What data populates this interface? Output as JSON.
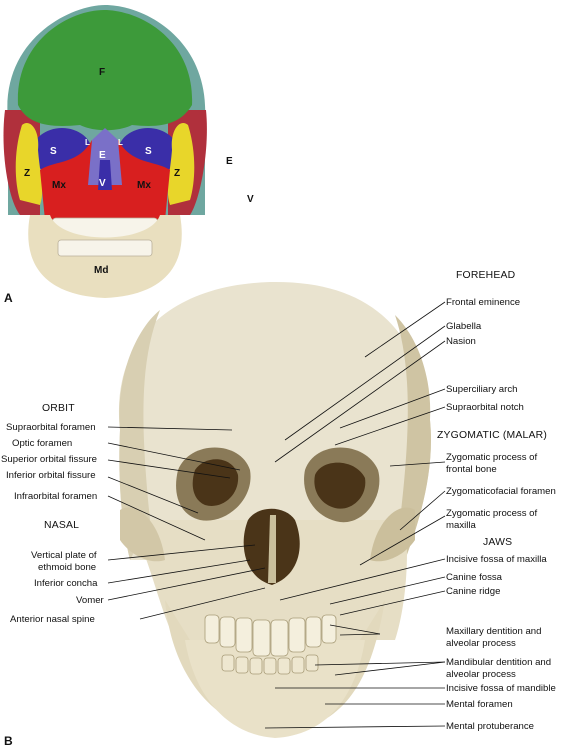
{
  "panel_a": {
    "letter": "A",
    "bone_codes": {
      "frontal": "F",
      "sphenoid_left": "S",
      "sphenoid_right": "S",
      "lacrimal_left": "L",
      "lacrimal_right": "L",
      "ethmoid": "E",
      "zygomatic_left": "Z",
      "zygomatic_right": "Z",
      "maxilla_left": "Mx",
      "maxilla_right": "Mx",
      "vomer": "V",
      "mandible": "Md"
    },
    "legend_codes": {
      "ethmoid": "E",
      "vomer": "V"
    },
    "colors": {
      "frontal": "#3d9a3a",
      "sphenoid": "#3a2ea8",
      "zygomatic": "#e8d62a",
      "maxilla": "#d81f1f",
      "mandible": "#e9dfbf",
      "parietal": "#6fa7a0",
      "temporal": "#b0303c",
      "teeth": "#f7f4ea"
    }
  },
  "panel_b": {
    "letter": "B",
    "headings": {
      "forehead": "FOREHEAD",
      "orbit": "ORBIT",
      "zygomatic": "ZYGOMATIC (MALAR)",
      "nasal": "NASAL",
      "jaws": "JAWS"
    },
    "left_labels": [
      "Supraorbital foramen",
      "Optic foramen",
      "Superior orbital fissure",
      "Inferior orbital fissure",
      "Infraorbital foramen",
      "Vertical plate of",
      "ethmoid bone",
      "Inferior concha",
      "Vomer",
      "Anterior nasal spine"
    ],
    "right_labels": [
      "Frontal eminence",
      "Glabella",
      "Nasion",
      "Superciliary arch",
      "Supraorbital notch",
      "Zygomatic process of",
      "frontal bone",
      "Zygomaticofacial foramen",
      "Zygomatic process of",
      "maxilla",
      "Incisive fossa of maxilla",
      "Canine fossa",
      "Canine ridge",
      "Maxillary dentition and",
      "alveolar process",
      "Mandibular dentition and",
      "alveolar process",
      "Incisive fossa of mandible",
      "Mental foramen",
      "Mental protuberance"
    ],
    "colors": {
      "bone": "#e9e3cf",
      "bone_shadow": "#c9bf9c",
      "cavity": "#4a3418",
      "leader": "#111111"
    }
  }
}
